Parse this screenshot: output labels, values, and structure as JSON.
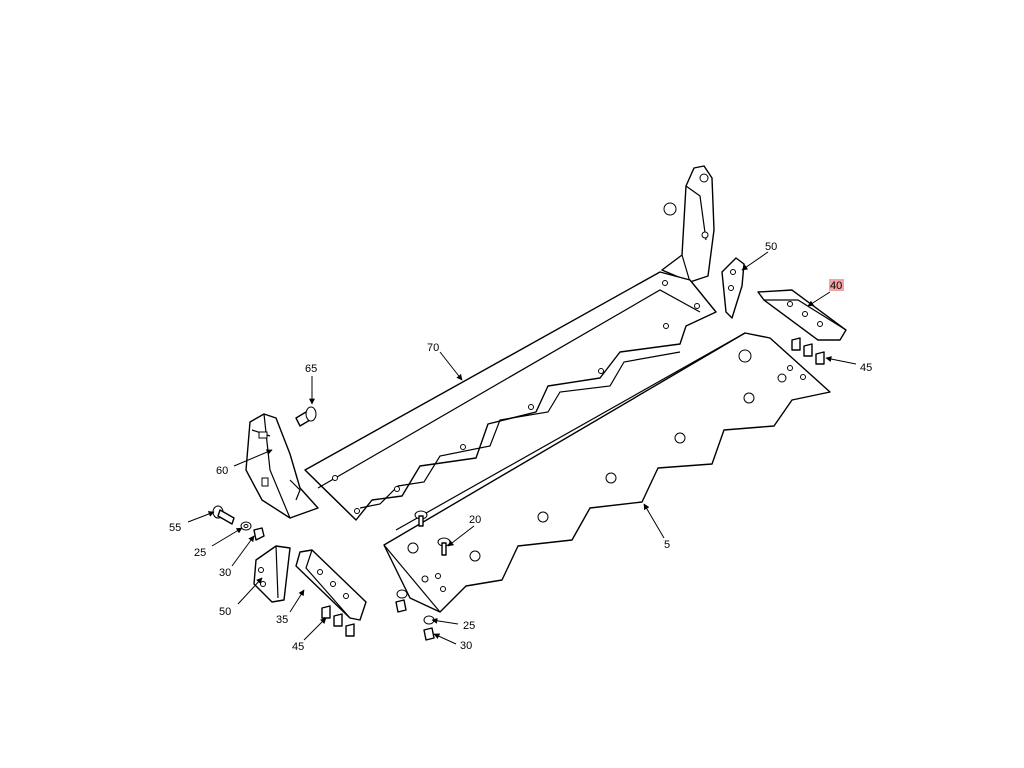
{
  "labels": {
    "p5": "5",
    "p20": "20",
    "p25_left": "25",
    "p25_bottom": "25",
    "p30_left": "30",
    "p30_bottom": "30",
    "p35": "35",
    "p40": "40",
    "p45_right": "45",
    "p45_left": "45",
    "p50_left": "50",
    "p50_right": "50",
    "p55": "55",
    "p60": "60",
    "p65": "65",
    "p70": "70"
  },
  "highlight_color": "#f3a3a3"
}
